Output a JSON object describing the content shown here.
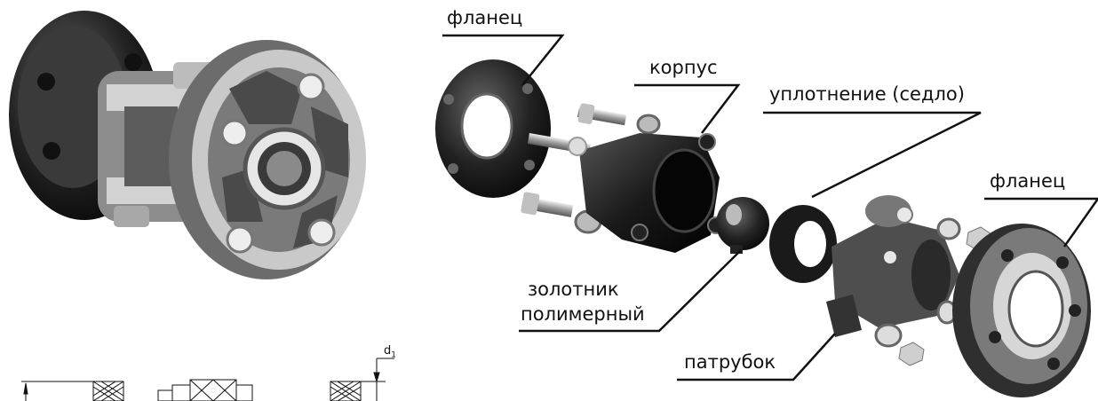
{
  "labels": {
    "flange_top": "фланец",
    "body": "корпус",
    "seal": "уплотнение (седло)",
    "flange_right": "фланец",
    "ball_line1": "золотник",
    "ball_line2": "полимерный",
    "nozzle": "патрубок"
  },
  "detail": {
    "d_symbol": "d",
    "d_subscript": "1"
  }
}
